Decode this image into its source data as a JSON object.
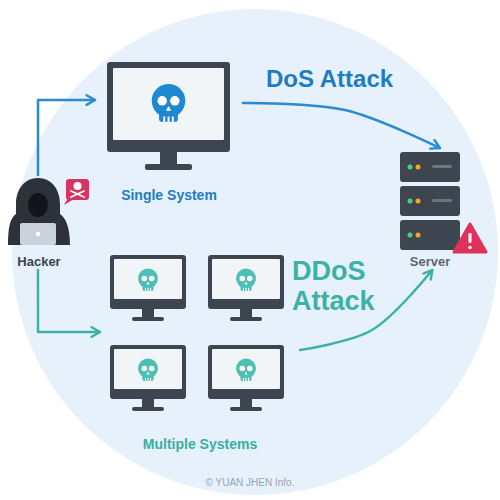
{
  "diagram": {
    "nodes": [
      {
        "text": [
          "Hacker"
        ]
      },
      {
        "text": [
          "Single System"
        ]
      },
      {
        "text": [
          "Server"
        ]
      },
      {
        "text": [
          "Multiple Systems"
        ]
      }
    ],
    "edges": [
      {
        "from": 0,
        "to": 1,
        "arrow": "to"
      },
      {
        "from": 0,
        "to": 3,
        "arrow": "to"
      },
      {
        "from": 1,
        "to": 2,
        "label": "DoS Attack",
        "arrow": "to"
      },
      {
        "from": 3,
        "to": 2,
        "label": "DDoS Attack",
        "arrow": "to"
      }
    ],
    "labels": [
      "© YUAN JHEN Info."
    ]
  }
}
